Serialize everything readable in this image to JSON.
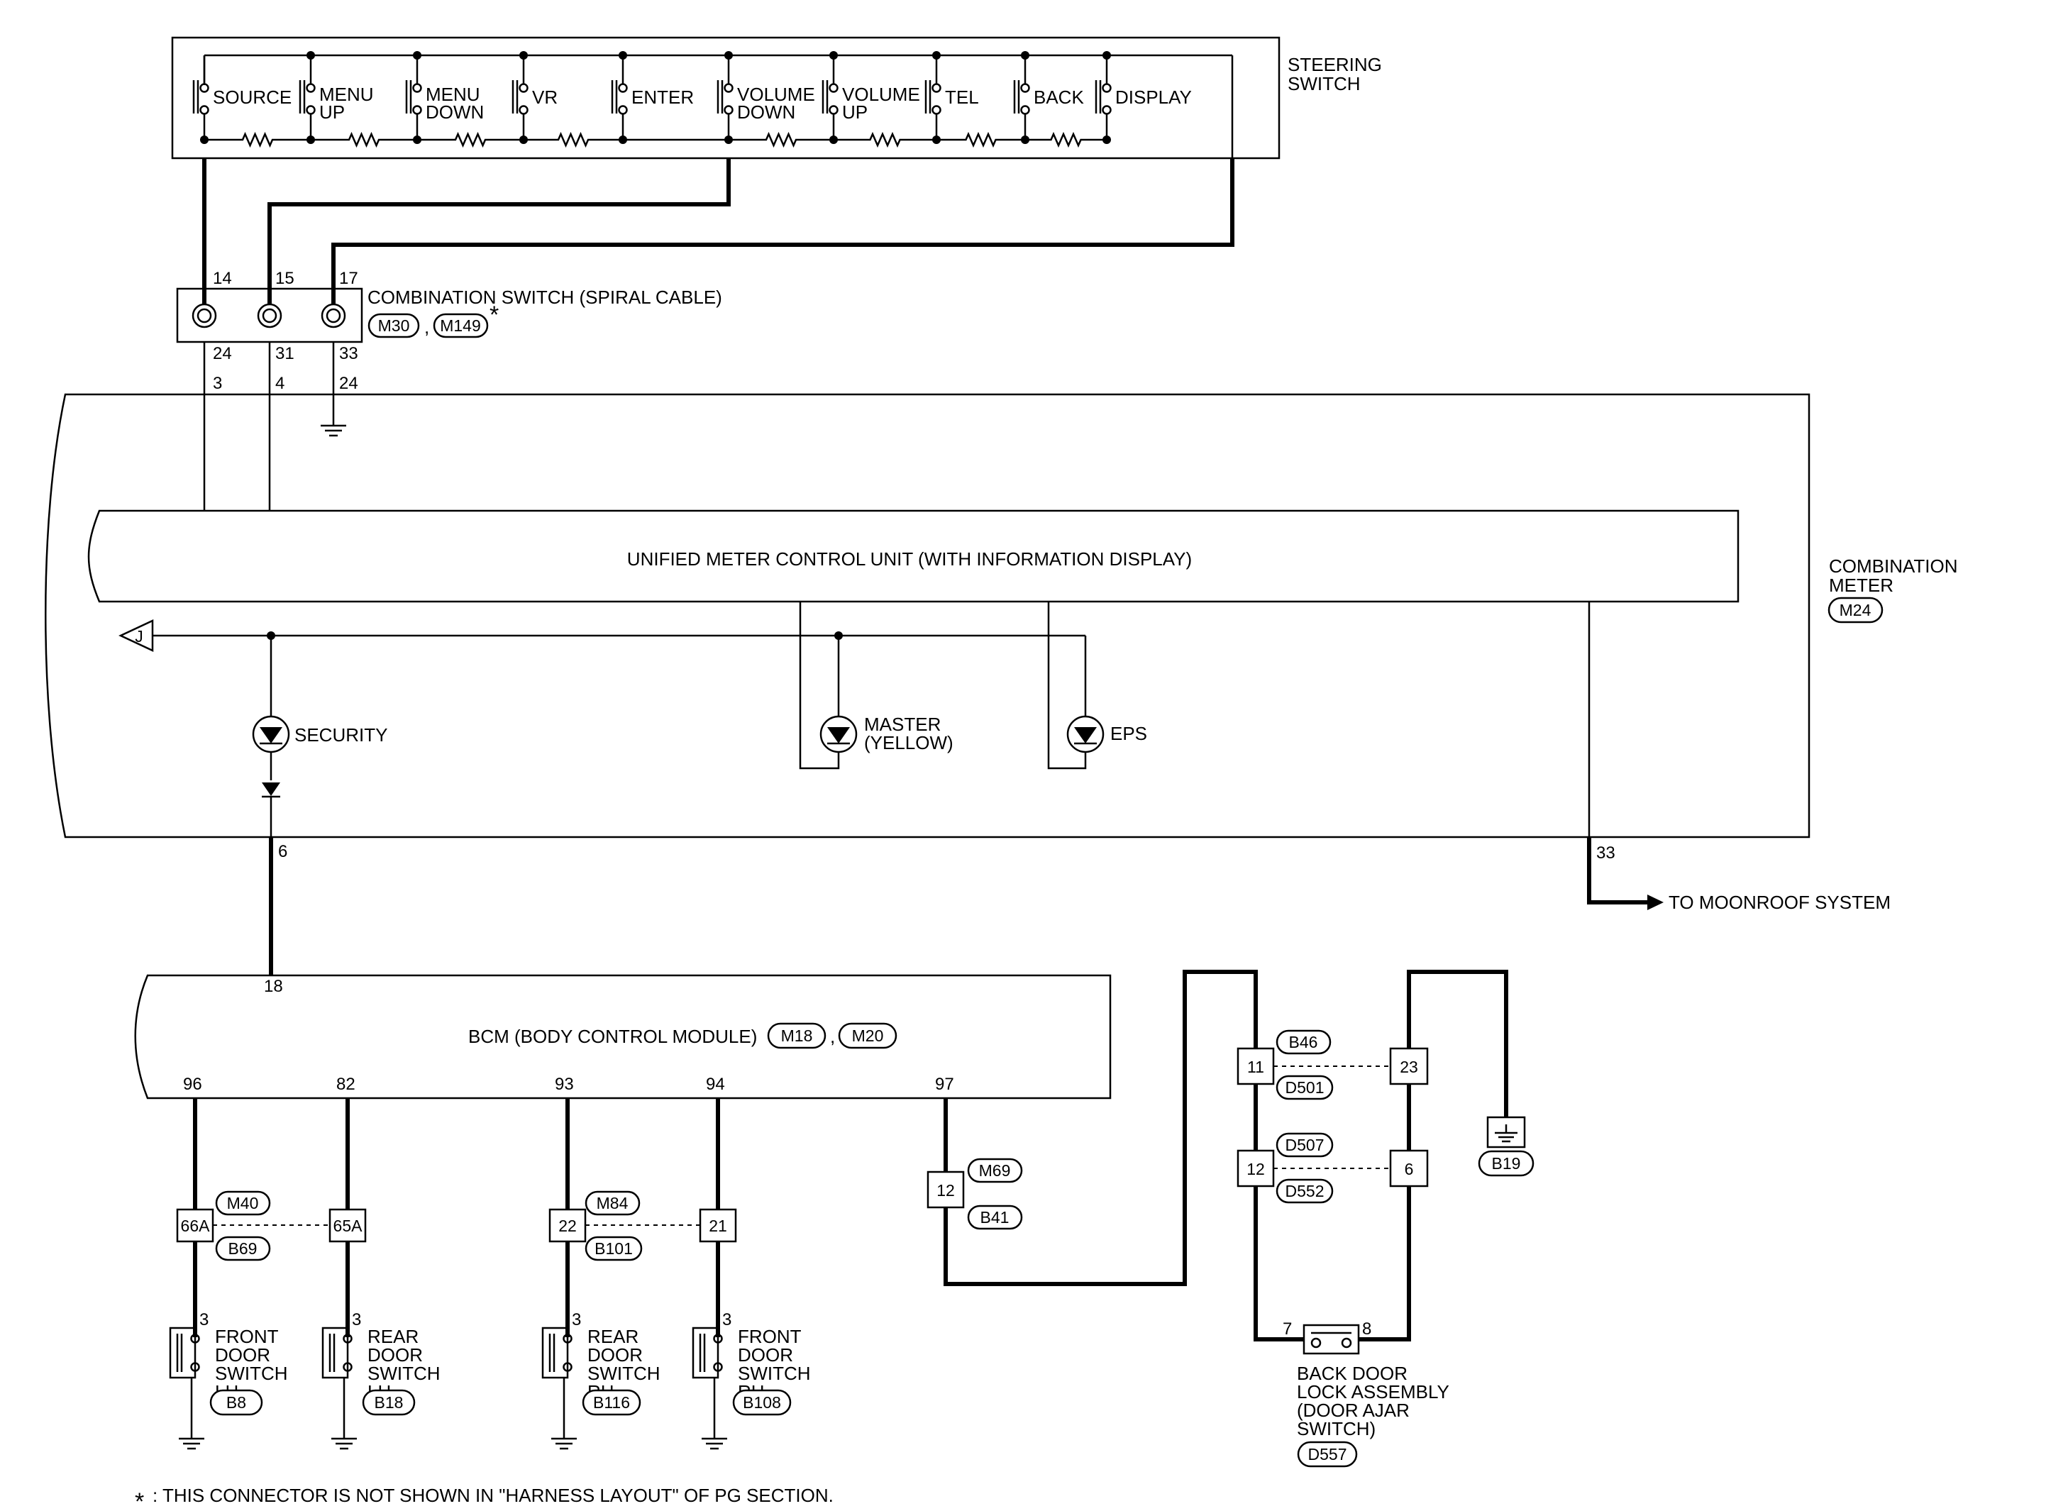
{
  "steering_switch": {
    "title_line1": "STEERING",
    "title_line2": "SWITCH",
    "switches": [
      {
        "l1": "SOURCE",
        "l2": ""
      },
      {
        "l1": "MENU",
        "l2": "UP"
      },
      {
        "l1": "MENU",
        "l2": "DOWN"
      },
      {
        "l1": "VR",
        "l2": ""
      },
      {
        "l1": "ENTER",
        "l2": ""
      },
      {
        "l1": "VOLUME",
        "l2": "DOWN"
      },
      {
        "l1": "VOLUME",
        "l2": "UP"
      },
      {
        "l1": "TEL",
        "l2": ""
      },
      {
        "l1": "BACK",
        "l2": ""
      },
      {
        "l1": "DISPLAY",
        "l2": ""
      }
    ]
  },
  "combination_switch": {
    "title": "COMBINATION SWITCH (SPIRAL CABLE)",
    "connectors": [
      "M30",
      "M149"
    ],
    "separator": ",",
    "asterisk": "*",
    "pins_top": [
      "14",
      "15",
      "17"
    ],
    "pins_bottom": [
      "24",
      "31",
      "33"
    ]
  },
  "combination_meter": {
    "title_line1": "COMBINATION",
    "title_line2": "METER",
    "connector": "M24",
    "pins_top": [
      "3",
      "4",
      "24"
    ],
    "unit_label": "UNIFIED METER CONTROL UNIT (WITH INFORMATION DISPLAY)",
    "jump_label": "J",
    "security_label": "SECURITY",
    "master_l1": "MASTER",
    "master_l2": "(YELLOW)",
    "eps_label": "EPS",
    "pin_security": "6",
    "pin_moonroof": "33",
    "moonroof_label": "TO MOONROOF SYSTEM"
  },
  "bcm": {
    "title": "BCM (BODY CONTROL MODULE)",
    "connectors": [
      "M18",
      "M20"
    ],
    "separator": ",",
    "pin_top": "18",
    "pins_bottom": [
      "96",
      "82",
      "93",
      "94",
      "97"
    ]
  },
  "junctions": {
    "j1": {
      "left": "66A",
      "right": "65A",
      "top": "M40",
      "bottom": "B69"
    },
    "j2": {
      "left": "22",
      "right": "21",
      "top": "M84",
      "bottom": "B101"
    },
    "j3": {
      "pin": "12",
      "top": "M69",
      "bottom": "B41"
    },
    "j4": {
      "left": "11",
      "right": "23",
      "top": "B46",
      "bottom": "D501"
    },
    "j5": {
      "left": "12",
      "right": "6",
      "top": "D507",
      "bottom": "D552"
    }
  },
  "door_switches": [
    {
      "pin": "3",
      "l1": "FRONT",
      "l2": "DOOR",
      "l3": "SWITCH",
      "l4": "LH",
      "conn": "B8"
    },
    {
      "pin": "3",
      "l1": "REAR",
      "l2": "DOOR",
      "l3": "SWITCH",
      "l4": "LH",
      "conn": "B18"
    },
    {
      "pin": "3",
      "l1": "REAR",
      "l2": "DOOR",
      "l3": "SWITCH",
      "l4": "RH",
      "conn": "B116"
    },
    {
      "pin": "3",
      "l1": "FRONT",
      "l2": "DOOR",
      "l3": "SWITCH",
      "l4": "RH",
      "conn": "B108"
    }
  ],
  "back_door": {
    "pin_left": "7",
    "pin_right": "8",
    "l1": "BACK DOOR",
    "l2": "LOCK ASSEMBLY",
    "l3": "(DOOR AJAR",
    "l4": "SWITCH)",
    "conn": "D557"
  },
  "ground_conn": "B19",
  "footnote": {
    "star": "*",
    "text": ": THIS CONNECTOR IS NOT SHOWN IN \"HARNESS LAYOUT\" OF PG SECTION."
  }
}
